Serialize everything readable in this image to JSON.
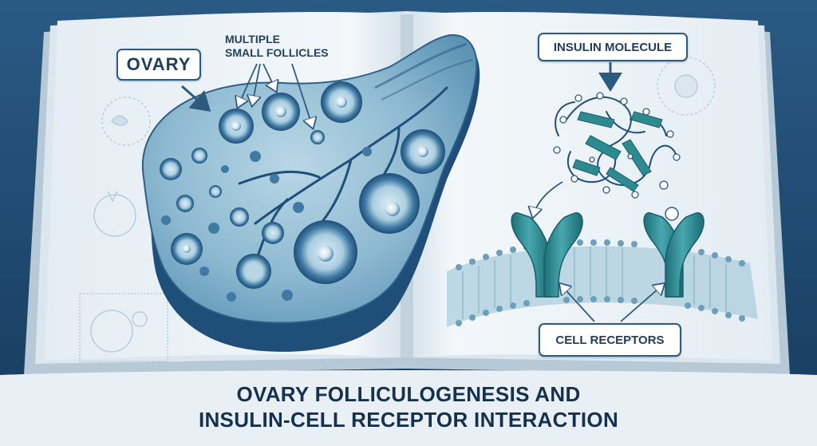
{
  "labels": {
    "ovary": "OVARY",
    "follicles_line1": "MULTIPLE",
    "follicles_line2": "SMALL FOLLICLES",
    "insulin": "INSULIN MOLECULE",
    "receptors": "CELL RECEPTORS"
  },
  "title": {
    "line1": "OVARY FOLLICULOGENESIS AND",
    "line2": "INSULIN-CELL RECEPTOR INTERACTION"
  },
  "colors": {
    "background": "#1f4a72",
    "page": "#eef4f8",
    "ovary_dark": "#1f4e78",
    "ovary_light": "#9cc3d9",
    "receptor": "#2e8a91",
    "membrane": "#7fb1c9",
    "text": "#16314d"
  }
}
